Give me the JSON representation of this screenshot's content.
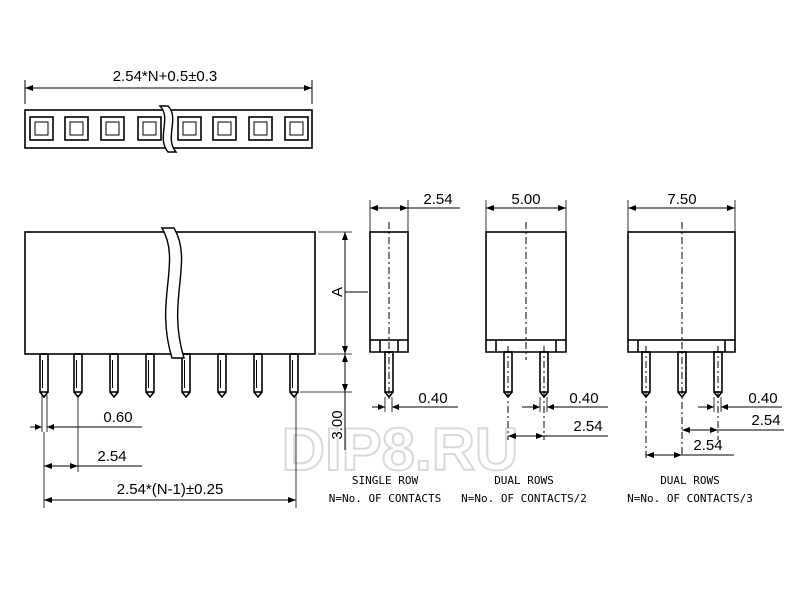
{
  "watermark": "DIP8.RU",
  "top_view": {
    "length_dim": "2.54*N+0.5±0.3"
  },
  "front_view": {
    "pin_width_dim": "0.60",
    "pitch_dim": "2.54",
    "span_dim": "2.54*(N-1)±0.25",
    "height_label": "A",
    "pin_length_dim": "3.00"
  },
  "side_views": [
    {
      "width_dim": "2.54",
      "pin_dim": "0.40",
      "title": "SINGLE ROW",
      "note": "N=No. OF CONTACTS"
    },
    {
      "width_dim": "5.00",
      "pin_dim": "0.40",
      "pitch_dim": "2.54",
      "title": "DUAL ROWS",
      "note": "N=No. OF CONTACTS/2"
    },
    {
      "width_dim": "7.50",
      "pin_dim": "0.40",
      "pitch_dim_a": "2.54",
      "pitch_dim_b": "2.54",
      "title": "DUAL ROWS",
      "note": "N=No. OF CONTACTS/3"
    }
  ]
}
